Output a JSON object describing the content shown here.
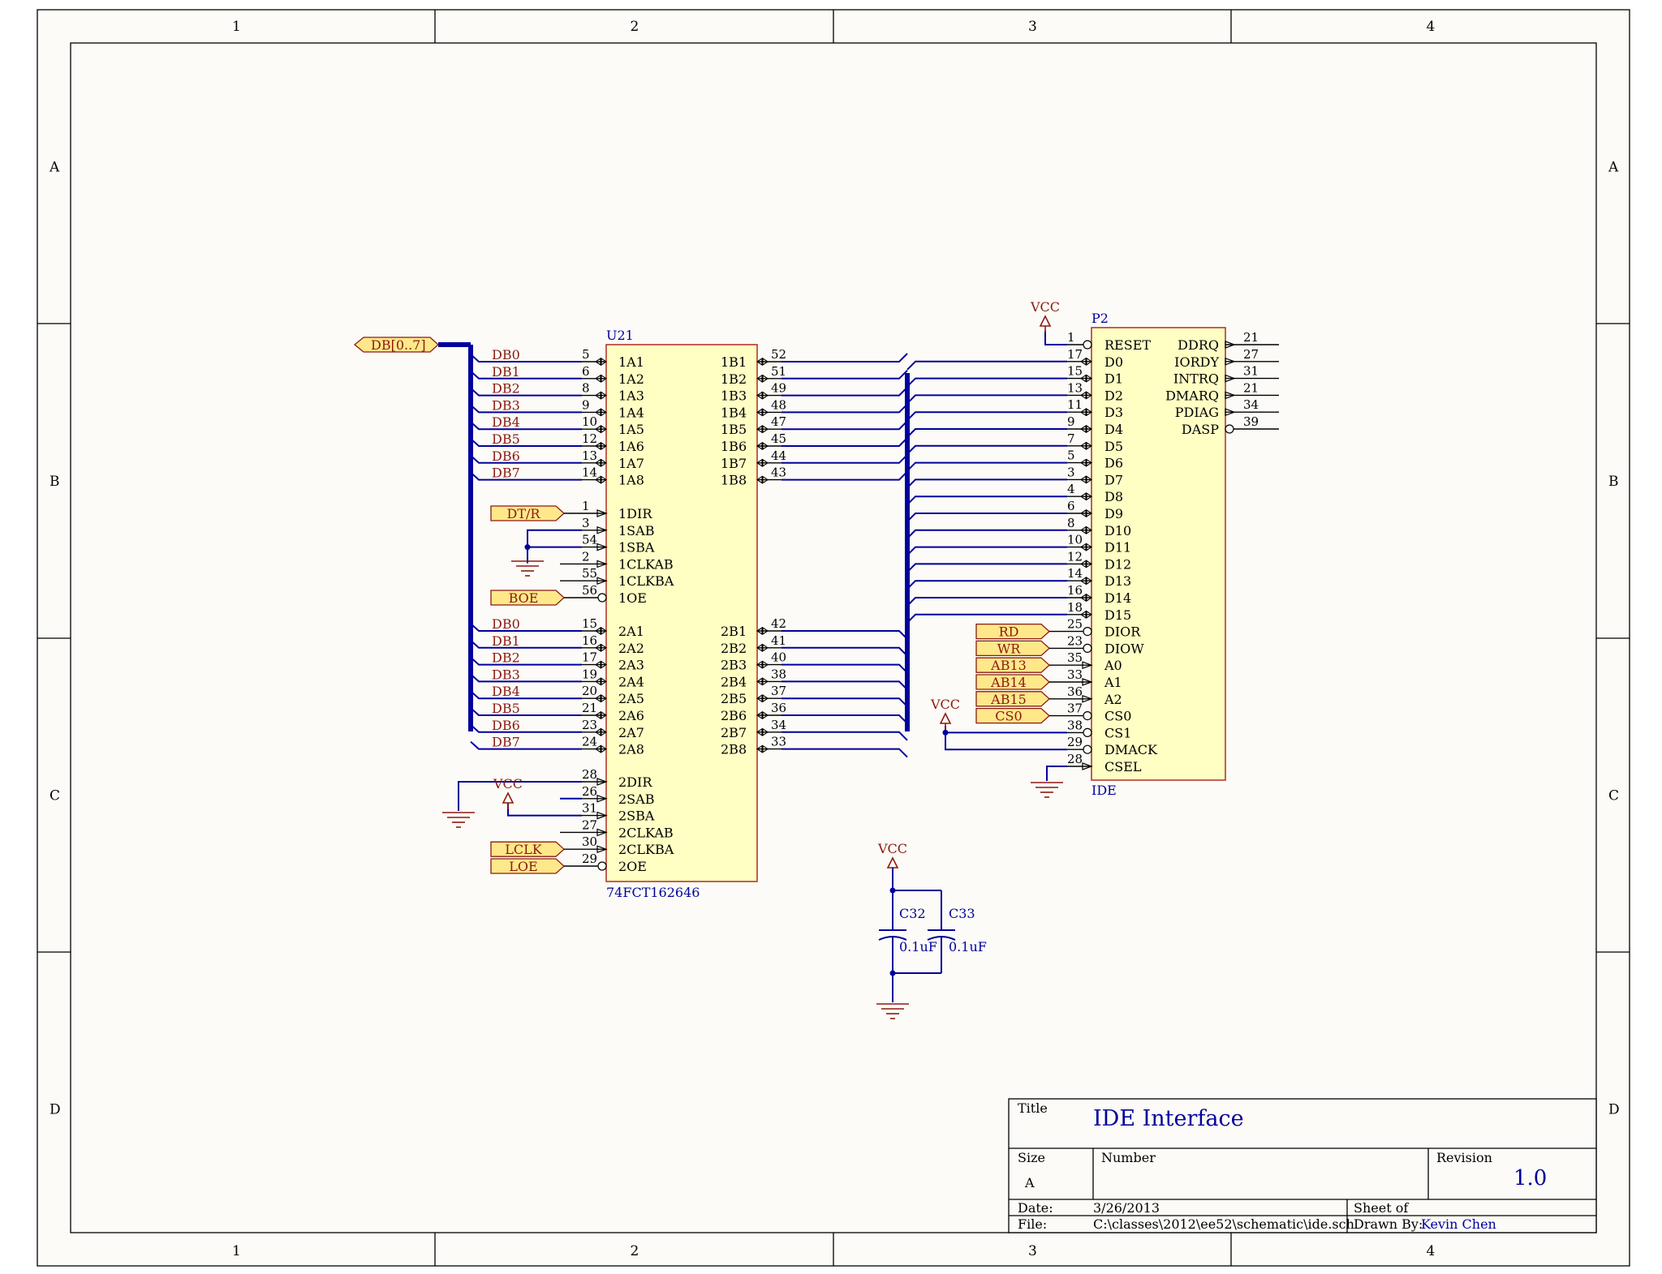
{
  "zones": {
    "columns": [
      "1",
      "2",
      "3",
      "4"
    ],
    "rows": [
      "A",
      "B",
      "C",
      "D"
    ]
  },
  "u21": {
    "ref": "U21",
    "part": "74FCT162646",
    "left_pins": [
      {
        "name": "1A1",
        "num": "5"
      },
      {
        "name": "1A2",
        "num": "6"
      },
      {
        "name": "1A3",
        "num": "8"
      },
      {
        "name": "1A4",
        "num": "9"
      },
      {
        "name": "1A5",
        "num": "10"
      },
      {
        "name": "1A6",
        "num": "12"
      },
      {
        "name": "1A7",
        "num": "13"
      },
      {
        "name": "1A8",
        "num": "14"
      },
      {
        "name": "1DIR",
        "num": "1"
      },
      {
        "name": "1SAB",
        "num": "3"
      },
      {
        "name": "1SBA",
        "num": "54"
      },
      {
        "name": "1CLKAB",
        "num": "2"
      },
      {
        "name": "1CLKBA",
        "num": "55"
      },
      {
        "name": "1OE",
        "num": "56"
      },
      {
        "name": "2A1",
        "num": "15"
      },
      {
        "name": "2A2",
        "num": "16"
      },
      {
        "name": "2A3",
        "num": "17"
      },
      {
        "name": "2A4",
        "num": "19"
      },
      {
        "name": "2A5",
        "num": "20"
      },
      {
        "name": "2A6",
        "num": "21"
      },
      {
        "name": "2A7",
        "num": "23"
      },
      {
        "name": "2A8",
        "num": "24"
      },
      {
        "name": "2DIR",
        "num": "28"
      },
      {
        "name": "2SAB",
        "num": "26"
      },
      {
        "name": "2SBA",
        "num": "31"
      },
      {
        "name": "2CLKAB",
        "num": "27"
      },
      {
        "name": "2CLKBA",
        "num": "30"
      },
      {
        "name": "2OE",
        "num": "29"
      }
    ],
    "right_pins_top": [
      {
        "name": "1B1",
        "num": "52"
      },
      {
        "name": "1B2",
        "num": "51"
      },
      {
        "name": "1B3",
        "num": "49"
      },
      {
        "name": "1B4",
        "num": "48"
      },
      {
        "name": "1B5",
        "num": "47"
      },
      {
        "name": "1B6",
        "num": "45"
      },
      {
        "name": "1B7",
        "num": "44"
      },
      {
        "name": "1B8",
        "num": "43"
      }
    ],
    "right_pins_bottom": [
      {
        "name": "2B1",
        "num": "42"
      },
      {
        "name": "2B2",
        "num": "41"
      },
      {
        "name": "2B3",
        "num": "40"
      },
      {
        "name": "2B4",
        "num": "38"
      },
      {
        "name": "2B5",
        "num": "37"
      },
      {
        "name": "2B6",
        "num": "36"
      },
      {
        "name": "2B7",
        "num": "34"
      },
      {
        "name": "2B8",
        "num": "33"
      }
    ]
  },
  "p2": {
    "ref": "P2",
    "part": "IDE",
    "left_pins": [
      {
        "name": "RESET",
        "num": "1"
      },
      {
        "name": "D0",
        "num": "17"
      },
      {
        "name": "D1",
        "num": "15"
      },
      {
        "name": "D2",
        "num": "13"
      },
      {
        "name": "D3",
        "num": "11"
      },
      {
        "name": "D4",
        "num": "9"
      },
      {
        "name": "D5",
        "num": "7"
      },
      {
        "name": "D6",
        "num": "5"
      },
      {
        "name": "D7",
        "num": "3"
      },
      {
        "name": "D8",
        "num": "4"
      },
      {
        "name": "D9",
        "num": "6"
      },
      {
        "name": "D10",
        "num": "8"
      },
      {
        "name": "D11",
        "num": "10"
      },
      {
        "name": "D12",
        "num": "12"
      },
      {
        "name": "D13",
        "num": "14"
      },
      {
        "name": "D14",
        "num": "16"
      },
      {
        "name": "D15",
        "num": "18"
      },
      {
        "name": "DIOR",
        "num": "25"
      },
      {
        "name": "DIOW",
        "num": "23"
      },
      {
        "name": "A0",
        "num": "35"
      },
      {
        "name": "A1",
        "num": "33"
      },
      {
        "name": "A2",
        "num": "36"
      },
      {
        "name": "CS0",
        "num": "37"
      },
      {
        "name": "CS1",
        "num": "38"
      },
      {
        "name": "DMACK",
        "num": "29"
      },
      {
        "name": "CSEL",
        "num": "28"
      }
    ],
    "right_pins": [
      {
        "name": "DDRQ",
        "num": "21"
      },
      {
        "name": "IORDY",
        "num": "27"
      },
      {
        "name": "INTRQ",
        "num": "31"
      },
      {
        "name": "DMARQ",
        "num": "21"
      },
      {
        "name": "PDIAG",
        "num": "34"
      },
      {
        "name": "DASP",
        "num": "39"
      }
    ]
  },
  "nets": {
    "bus": "DB[0..7]",
    "db": [
      "DB0",
      "DB1",
      "DB2",
      "DB3",
      "DB4",
      "DB5",
      "DB6",
      "DB7"
    ],
    "ports_u21": [
      "DT/R",
      "BOE",
      "LCLK",
      "LOE"
    ],
    "ports_p2": [
      "RD",
      "WR",
      "AB13",
      "AB14",
      "AB15",
      "CS0"
    ],
    "power": "VCC"
  },
  "caps": [
    {
      "ref": "C32",
      "value": "0.1uF"
    },
    {
      "ref": "C33",
      "value": "0.1uF"
    }
  ],
  "title_block": {
    "title_label": "Title",
    "title": "IDE Interface",
    "size_label": "Size",
    "size": "A",
    "number_label": "Number",
    "revision_label": "Revision",
    "revision": "1.0",
    "date_label": "Date:",
    "date": "3/26/2013",
    "file_label": "File:",
    "file": "C:\\classes\\2012\\ee52\\schematic\\ide.sch",
    "sheet_label": "Sheet    of",
    "drawn_label": "Drawn By:",
    "drawn_by": "Kevin Chen"
  }
}
